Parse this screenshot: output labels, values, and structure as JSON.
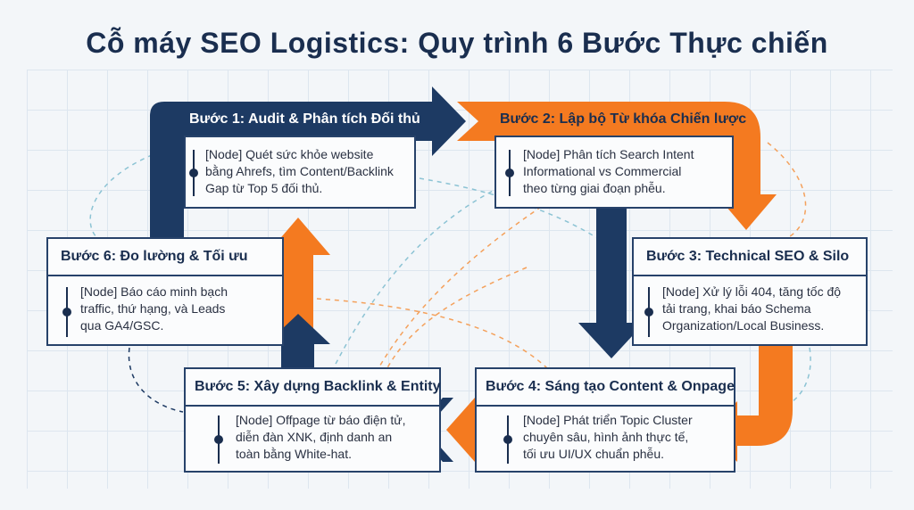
{
  "title": "Cỗ máy SEO Logistics: Quy trình 6 Bước Thực chiến",
  "colors": {
    "navy": "#1d3a63",
    "orange": "#f47a20",
    "text": "#1a2e4f"
  },
  "steps": [
    {
      "title": "Bước 1: Audit & Phân tích Đối thủ",
      "lines": [
        "[Node] Quét sức khỏe website",
        "bằng Ahrefs, tìm Content/Backlink",
        "Gap từ Top 5 đối thủ."
      ]
    },
    {
      "title": "Bước 2: Lập bộ Từ khóa Chiến lược",
      "lines": [
        "[Node] Phân tích Search Intent",
        "Informational vs Commercial",
        "theo từng giai đoạn phễu."
      ]
    },
    {
      "title": "Bước 3: Technical SEO & Silo",
      "lines": [
        "[Node] Xử lý lỗi 404, tăng tốc độ",
        "tải trang, khai báo Schema",
        "Organization/Local Business."
      ]
    },
    {
      "title": "Bước 4: Sáng tạo Content & Onpage",
      "lines": [
        "[Node] Phát triển Topic Cluster",
        "chuyên sâu, hình ảnh thực tế,",
        "tối ưu UI/UX chuẩn phễu."
      ]
    },
    {
      "title": "Bước 5: Xây dựng Backlink & Entity",
      "lines": [
        "[Node] Offpage từ báo điện tử,",
        "diễn đàn XNK, định danh an",
        "toàn bằng White-hat."
      ]
    },
    {
      "title": "Bước 6: Đo lường & Tối ưu",
      "lines": [
        "[Node] Báo cáo minh bạch",
        "traffic, thứ hạng, và Leads",
        "qua GA4/GSC."
      ]
    }
  ]
}
